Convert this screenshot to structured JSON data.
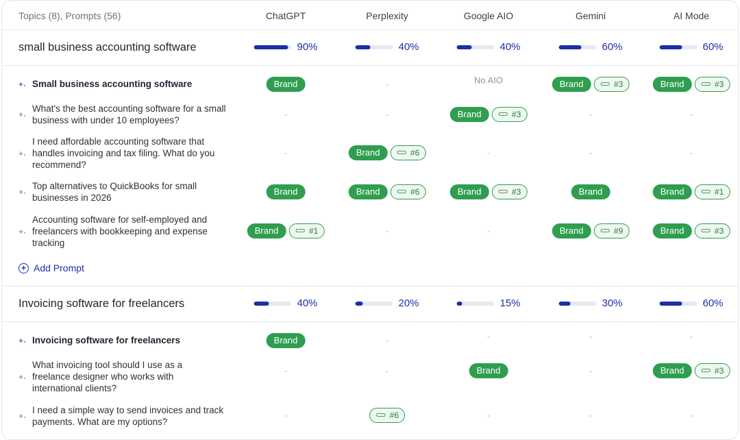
{
  "header": {
    "title": "Topics (8), Prompts (56)",
    "columns": [
      "ChatGPT",
      "Perplexity",
      "Google AIO",
      "Gemini",
      "AI Mode"
    ]
  },
  "labels": {
    "brand": "Brand",
    "dash": "-",
    "no_aio": "No AIO",
    "add_prompt": "Add Prompt"
  },
  "topics": [
    {
      "name": "small business accounting software",
      "metrics": [
        {
          "pct": "90%",
          "value": 0.9
        },
        {
          "pct": "40%",
          "value": 0.4
        },
        {
          "pct": "40%",
          "value": 0.4
        },
        {
          "pct": "60%",
          "value": 0.6
        },
        {
          "pct": "60%",
          "value": 0.6
        }
      ],
      "prompts": [
        {
          "text": "Small business accounting software",
          "bold": true,
          "cells": [
            {
              "brand": true
            },
            {},
            {
              "no_aio": true
            },
            {
              "brand": true,
              "rank": "#3"
            },
            {
              "brand": true,
              "rank": "#3"
            }
          ]
        },
        {
          "text": "What's the best accounting software for a small business with under 10 employees?",
          "cells": [
            {},
            {},
            {
              "brand": true,
              "rank": "#3"
            },
            {},
            {}
          ]
        },
        {
          "text": "I need affordable accounting software that handles invoicing and tax filing. What do you recommend?",
          "cells": [
            {},
            {
              "brand": true,
              "rank": "#6"
            },
            {},
            {},
            {}
          ]
        },
        {
          "text": "Top alternatives to QuickBooks for small businesses in 2026",
          "cells": [
            {
              "brand": true
            },
            {
              "brand": true,
              "rank": "#6"
            },
            {
              "brand": true,
              "rank": "#3"
            },
            {
              "brand": true
            },
            {
              "brand": true,
              "rank": "#1"
            }
          ]
        },
        {
          "text": "Accounting software for self-employed and freelancers with bookkeeping and expense tracking",
          "cells": [
            {
              "brand": true,
              "rank": "#1"
            },
            {},
            {},
            {
              "brand": true,
              "rank": "#9"
            },
            {
              "brand": true,
              "rank": "#3"
            }
          ]
        }
      ]
    },
    {
      "name": "Invoicing software for freelancers",
      "metrics": [
        {
          "pct": "40%",
          "value": 0.4
        },
        {
          "pct": "20%",
          "value": 0.2
        },
        {
          "pct": "15%",
          "value": 0.15
        },
        {
          "pct": "30%",
          "value": 0.3
        },
        {
          "pct": "60%",
          "value": 0.6
        }
      ],
      "prompts": [
        {
          "text": "Invoicing software for freelancers",
          "bold": true,
          "cells": [
            {
              "brand": true
            },
            {},
            {},
            {},
            {}
          ]
        },
        {
          "text": "What invoicing tool should I use as a freelance designer who works with international clients?",
          "cells": [
            {},
            {},
            {
              "brand": true
            },
            {},
            {
              "brand": true,
              "rank": "#3"
            }
          ]
        },
        {
          "text": "I need a simple way to send invoices and track payments. What are my options?",
          "cells": [
            {},
            {
              "rank": "#6"
            },
            {},
            {},
            {}
          ]
        }
      ]
    }
  ],
  "colors": {
    "accent": "#1b2fa8",
    "brand_green": "#2f9e4f"
  }
}
